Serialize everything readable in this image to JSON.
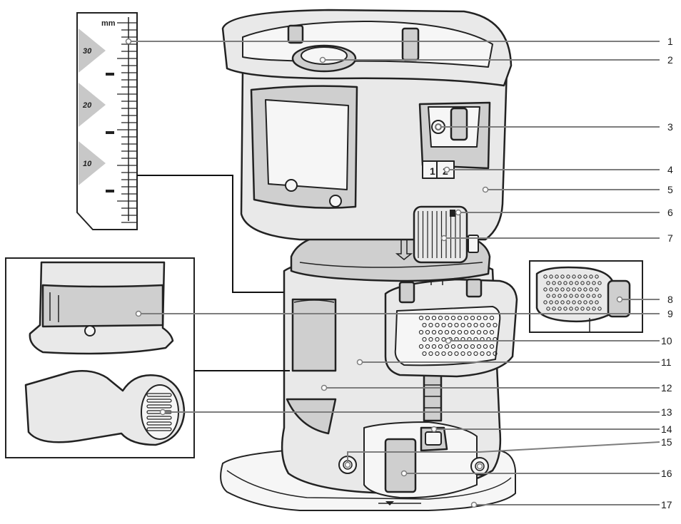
{
  "scale": {
    "unit": "mm",
    "marks": [
      "30",
      "20",
      "10"
    ]
  },
  "callouts": [
    "1",
    "2",
    "3",
    "4",
    "5",
    "6",
    "7",
    "8",
    "9",
    "10",
    "11",
    "12",
    "13",
    "14",
    "15",
    "16",
    "17"
  ],
  "depth_selector": {
    "positions": [
      "1",
      "2"
    ]
  },
  "colors": {
    "outline": "#222222",
    "leader": "#7d7d7d",
    "scale_triangle": "#c8c8c8"
  }
}
